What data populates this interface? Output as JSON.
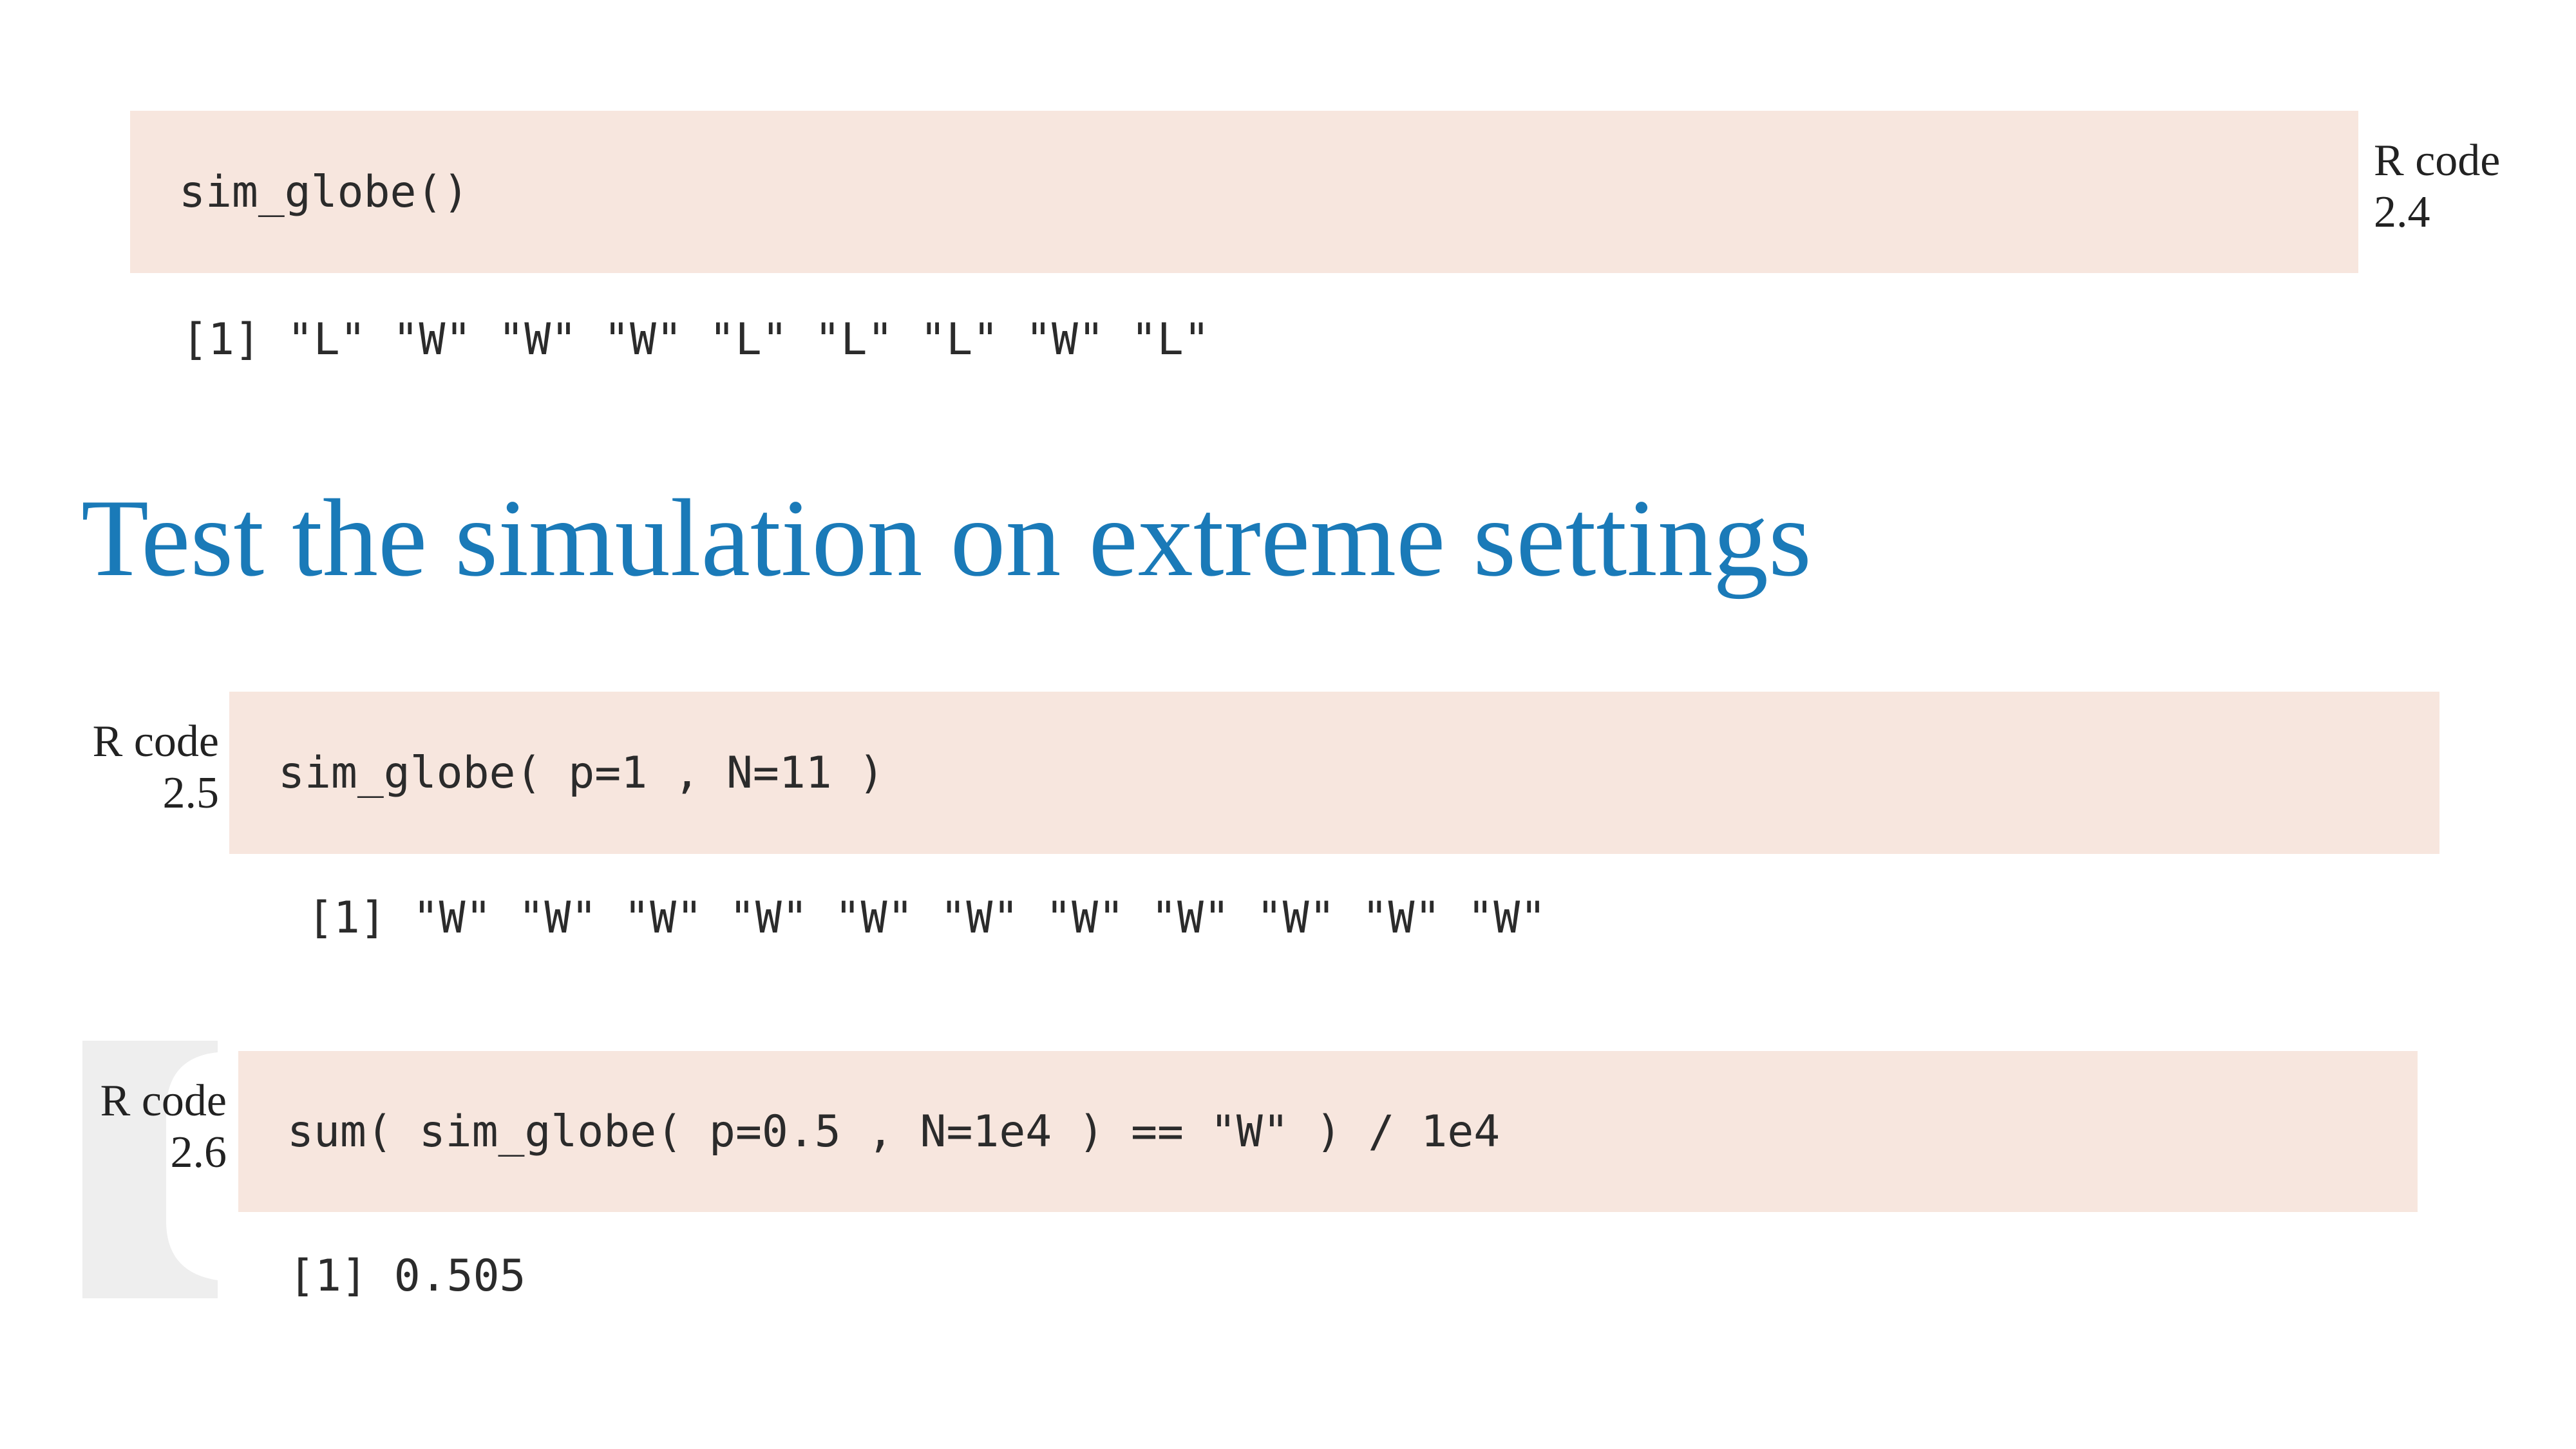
{
  "blocks": [
    {
      "code": "sim_globe()",
      "label_line1": "R code",
      "label_line2": "2.4",
      "output": "[1] \"L\" \"W\" \"W\" \"W\" \"L\" \"L\" \"L\" \"W\" \"L\""
    },
    {
      "code": "sim_globe( p=1 , N=11 )",
      "label_line1": "R code",
      "label_line2": "2.5",
      "output": " [1] \"W\" \"W\" \"W\" \"W\" \"W\" \"W\" \"W\" \"W\" \"W\" \"W\" \"W\""
    },
    {
      "code": "sum( sim_globe( p=0.5 , N=1e4 ) == \"W\" ) / 1e4",
      "label_line1": "R code",
      "label_line2": "2.6",
      "output": "[1] 0.505"
    }
  ],
  "heading": "Test the simulation on extreme settings",
  "colors": {
    "heading": "#1a7ab8",
    "code_background": "#f7e6de",
    "text": "#2b2b2b"
  }
}
